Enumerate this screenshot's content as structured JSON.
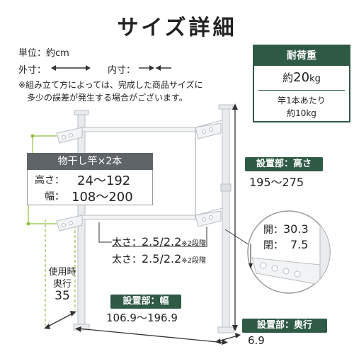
{
  "title": "サイズ詳細",
  "unit": {
    "label": "単位：",
    "value": "約cm"
  },
  "outer": {
    "label": "外寸："
  },
  "inner": {
    "label": "内寸："
  },
  "note": [
    "※組み立て方によっては、完成した商品サイズに",
    "多少の誤差が発生する場合がございます。"
  ],
  "load": {
    "header": "耐荷重",
    "total_prefix": "約",
    "total_value": "20",
    "total_unit": "kg",
    "per_pole_line1": "竿1本あたり",
    "per_pole_line2": "約10kg"
  },
  "pole": {
    "header": "物干し竿×2本",
    "height_label": "高さ：",
    "height_value": "24〜192",
    "width_label": "幅：",
    "width_value": "108〜200"
  },
  "install_height": {
    "label": "設置部：高さ",
    "value": "195〜275"
  },
  "thickness": [
    {
      "label": "太さ：",
      "value": "2.5/2.2",
      "note": "※2段階"
    },
    {
      "label": "太さ：",
      "value": "2.5/2.2",
      "note": "※2段階"
    }
  ],
  "depth_use": {
    "line1": "使用時",
    "line2": "奥行",
    "value": "35"
  },
  "install_width": {
    "label": "設置部：幅",
    "value": "106.9〜196.9"
  },
  "install_depth": {
    "label": "設置部：奥行",
    "value": "6.9"
  },
  "hook": {
    "open_label": "開：",
    "open_value": "30.3",
    "close_label": "閉：",
    "close_value": "7.5"
  },
  "colors": {
    "accent": "#2f5a46",
    "pole_header": "#5f6468",
    "frame": "#e9ecef",
    "frame_stroke": "#b9bfc4",
    "dim_line": "#333333",
    "guide": "#8fbf3f"
  }
}
